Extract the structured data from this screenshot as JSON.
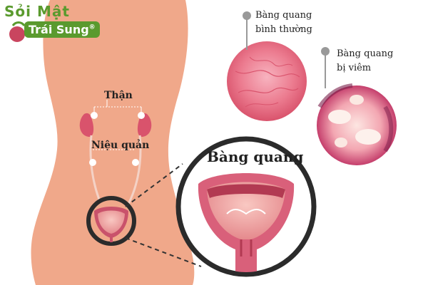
{
  "logo": {
    "line1": "Sỏi Mật",
    "line2": "Trái Sung",
    "mark": "®"
  },
  "labels": {
    "kidney": "Thận",
    "ureter": "Niệu quản",
    "bladder": "Bàng quang",
    "normal_line1": "Bàng quang",
    "normal_line2": "bình thường",
    "inflamed_line1": "Bàng quang",
    "inflamed_line2": "bị viêm"
  },
  "colors": {
    "skin": "#f0a88a",
    "logo_green": "#5a9a2e",
    "normal_tissue": "#e0627a",
    "inflamed_tissue": "#c2305a",
    "ring": "#2b2b2b"
  }
}
